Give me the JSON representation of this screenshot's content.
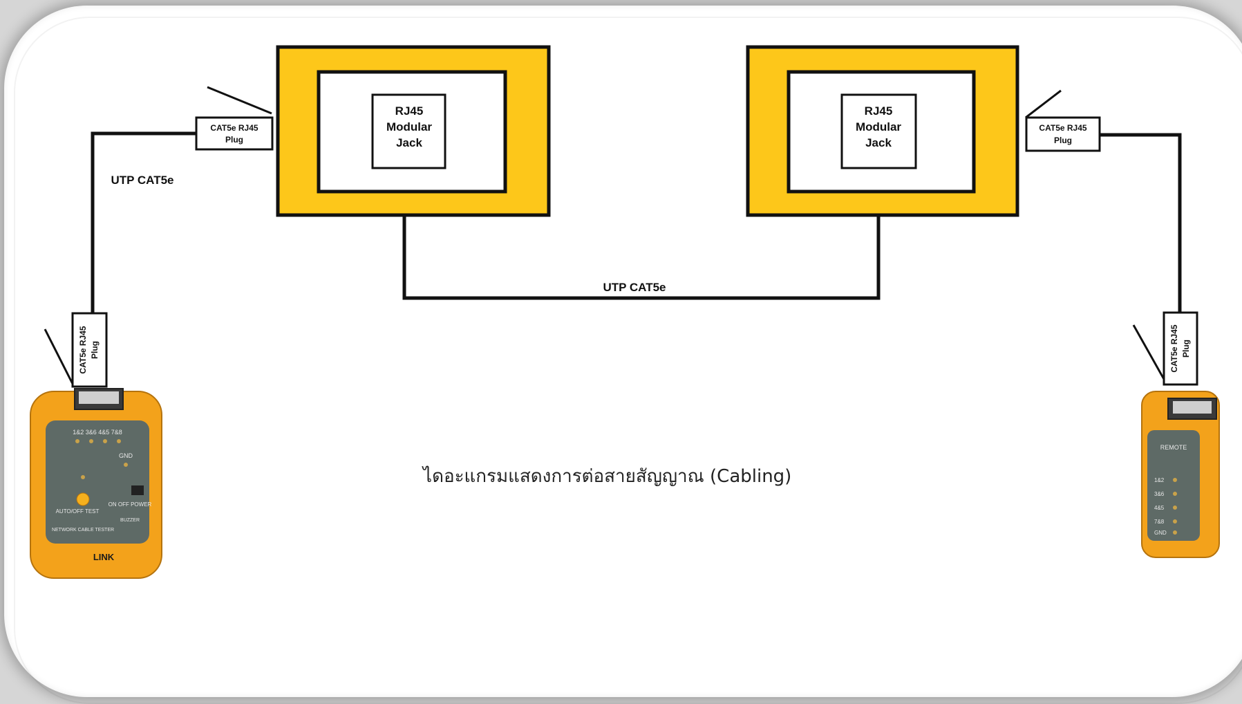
{
  "diagram": {
    "jack_left": {
      "line1": "RJ45",
      "line2": "Modular",
      "line3": "Jack"
    },
    "jack_right": {
      "line1": "RJ45",
      "line2": "Modular",
      "line3": "Jack"
    },
    "plug_top_left": {
      "line1": "CAT5e RJ45",
      "line2": "Plug"
    },
    "plug_top_right": {
      "line1": "CAT5e RJ45",
      "line2": "Plug"
    },
    "plug_bottom_left": {
      "line1": "CAT5e RJ45",
      "line2": "Plug"
    },
    "plug_bottom_right": {
      "line1": "CAT5e RJ45",
      "line2": "Plug"
    },
    "cable_left_label": "UTP CAT5e",
    "cable_middle_label": "UTP CAT5e",
    "caption": "ไดอะแกรมแสดงการต่อสายสัญญาณ (Cabling)",
    "tester_main": {
      "led_labels": "1&2 3&6 4&5 7&8",
      "gnd_label": "GND",
      "test_button_label": "AUTO/OFF TEST",
      "power_label": "ON OFF POWER",
      "buzzer_label": "BUZZER",
      "product_label": "NETWORK CABLE TESTER",
      "brand": "LINK"
    },
    "tester_remote": {
      "title": "REMOTE",
      "led_labels": [
        "1&2",
        "3&6",
        "4&5",
        "7&8",
        "GND"
      ]
    },
    "colors": {
      "jack_fill": "#FDC71A",
      "tester_orange": "#F3A21B",
      "tester_panel": "#5E6A66",
      "line": "#111111"
    }
  }
}
